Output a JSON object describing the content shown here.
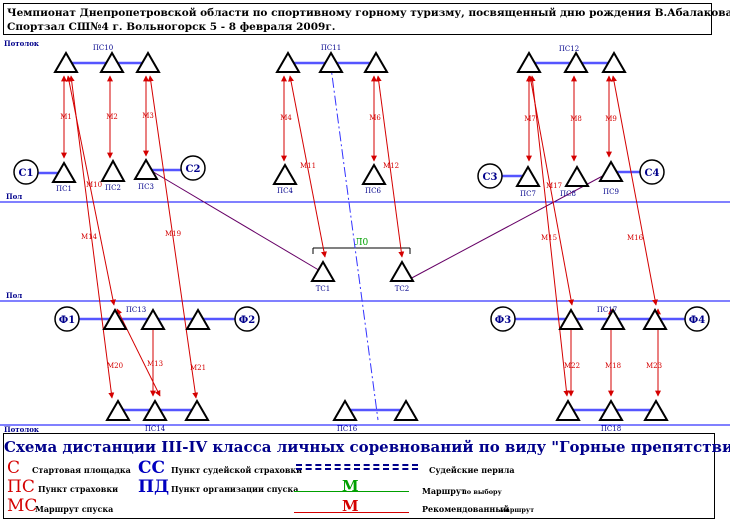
{
  "header": {
    "line1": "Чемпионат Днепропетровской области по спортивному горному туризму, посвященный дню рождения В.Абалакова",
    "line2": "Спортзал СШ№4 г. Вольногорск 5 - 8 февраля 2009г."
  },
  "levels": {
    "ceiling_top": "Потолок",
    "floor_upper": "Пол",
    "floor_lower": "Пол",
    "ceiling_bottom": "Потолок"
  },
  "nodes": {
    "ps10": "ПС10",
    "ps11": "ПС11",
    "ps12": "ПС12",
    "ps1": "ПС1",
    "ps2": "ПС2",
    "ps3": "ПС3",
    "ps4": "ПС4",
    "ps6": "ПС6",
    "ps7": "ПС7",
    "ps8": "ПС8",
    "ps9": "ПС9",
    "tc1": "ТС1",
    "tc2": "ТС2",
    "ps13": "ПС13",
    "ps14": "ПС14",
    "ps16": "ПС16",
    "ps17": "ПС17",
    "ps18": "ПС18"
  },
  "starts": {
    "c1": "С1",
    "c2": "С2",
    "c3": "С3",
    "c4": "С4"
  },
  "finishes": {
    "f1": "Ф1",
    "f2": "Ф2",
    "f3": "Ф3",
    "f4": "Ф4"
  },
  "routes": {
    "m1": "М1",
    "m2": "М2",
    "m3": "М3",
    "m4": "М4",
    "m6": "М6",
    "m7": "М7",
    "m8": "М8",
    "m9": "М9",
    "m10": "М10",
    "m11": "М11",
    "m12": "М12",
    "m13": "М13",
    "m14": "М14",
    "m15": "М15",
    "m16": "М16",
    "m17": "М17",
    "m18": "М18",
    "m19": "М19",
    "m20": "М20",
    "m21": "М21",
    "m22": "М22",
    "m23": "М23"
  },
  "span_label": "Л0",
  "legend": {
    "title": "Схема дистанции III-IV класса личных соревнований по виду \"Горные препятствия\"",
    "c_symbol": "С",
    "c_text": "Стартовая площадка",
    "ps_symbol": "ПС",
    "ps_text": "Пункт страховки",
    "ms_symbol": "МС",
    "ms_text": "Маршрут спуска",
    "cc_symbol": "СС",
    "cc_text": "Пункт судейской страховки",
    "pd_symbol": "ПД",
    "pd_text": "Пункт организации спуска",
    "ropes_text": "Судейские перила",
    "choice_m": "М",
    "choice_text": "Маршрут",
    "choice_small": "по выбору",
    "rec_m": "М",
    "rec_text": "Рекомендованный",
    "rec_small": "маршрут"
  },
  "colors": {
    "red": "#d40000",
    "blue": "#0000c0",
    "green": "#00a000",
    "navy": "#00008b",
    "purple": "#660066",
    "level_line": "#0000ff",
    "connector": "#5555ff"
  }
}
